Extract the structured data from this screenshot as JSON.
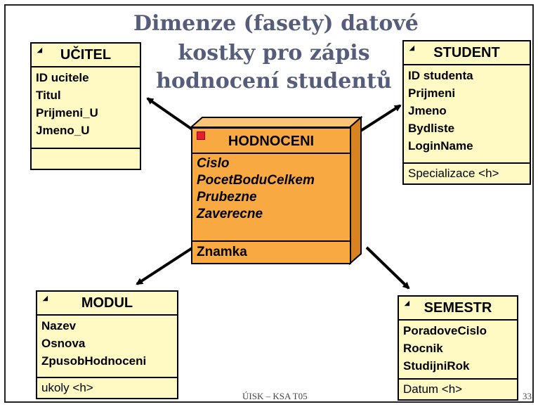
{
  "title": {
    "line1": "Dimenze (fasety) datové",
    "line2": "kostky pro zápis",
    "line3": "hodnocení studentů"
  },
  "entities": {
    "ucitel": {
      "name": "UČITEL",
      "attributes": [
        "ID ucitele",
        "Titul",
        "Prijmeni_U",
        "Jmeno_U"
      ],
      "operation": ""
    },
    "student": {
      "name": "STUDENT",
      "attributes": [
        "ID studenta",
        "Prijmeni",
        "Jmeno",
        "Bydliste",
        "LoginName"
      ],
      "operation": "Specializace  <h>"
    },
    "hodnoceni": {
      "name": "HODNOCENI",
      "attributes": [
        "Cislo",
        "PocetBoduCelkem",
        "Prubezne",
        "Zaverecne"
      ],
      "operation": "Znamka"
    },
    "modul": {
      "name": "MODUL",
      "attributes": [
        "Nazev",
        "Osnova",
        "ZpusobHodnoceni"
      ],
      "operation": "ukoly  <h>"
    },
    "semestr": {
      "name": "SEMESTR",
      "attributes": [
        "PoradoveCislo",
        "Rocnik",
        "StudijniRok"
      ],
      "operation": "Datum  <h>"
    }
  },
  "footer": {
    "text": "ÚISK – KSA T05",
    "page": "33"
  },
  "colors": {
    "dimension_fill": "#fff9c4",
    "fact_fill": "#f9a942",
    "fact_side": "#d9821f",
    "title": "#555d7a"
  }
}
